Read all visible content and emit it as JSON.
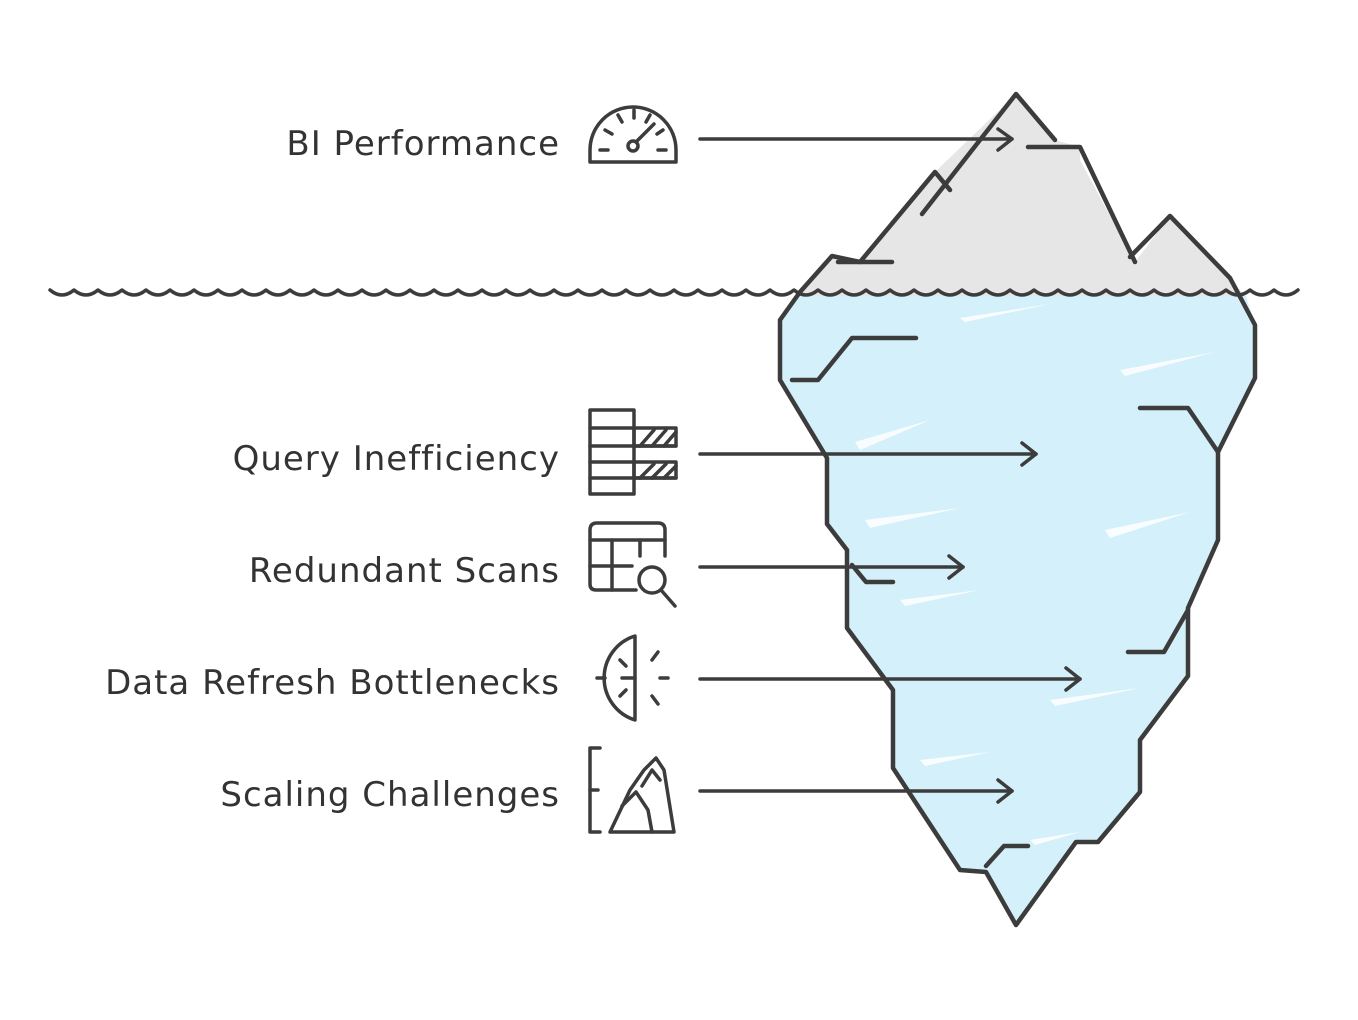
{
  "items": [
    {
      "label": "BI Performance",
      "icon": "speedometer-icon",
      "zone": "above-water"
    },
    {
      "label": "Query Inefficiency",
      "icon": "query-table-icon",
      "zone": "below-water"
    },
    {
      "label": "Redundant Scans",
      "icon": "table-search-icon",
      "zone": "below-water"
    },
    {
      "label": "Data Refresh Bottlenecks",
      "icon": "half-clock-icon",
      "zone": "below-water"
    },
    {
      "label": "Scaling Challenges",
      "icon": "mountain-scale-icon",
      "zone": "below-water"
    }
  ],
  "colors": {
    "ink": "#3c3c3c",
    "tip_fill": "#e6e6e6",
    "underwater_fill": "#d4f0fa",
    "background": "#ffffff"
  }
}
